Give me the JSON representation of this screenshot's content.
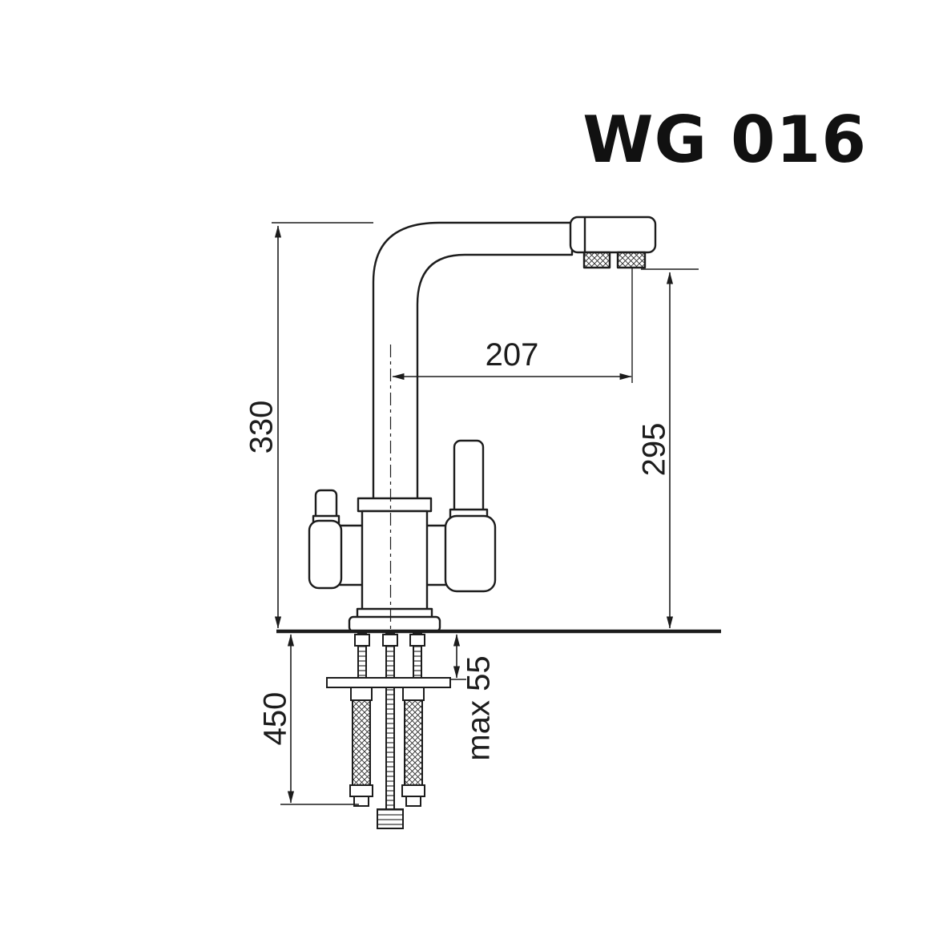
{
  "title": "WG 016",
  "dimensions": {
    "overall_height": "330",
    "spout_reach": "207",
    "spout_height": "295",
    "under_counter_length": "450",
    "max_mounting_thickness": "max 55"
  },
  "colors": {
    "background": "#ffffff",
    "line": "#1c1c1c"
  },
  "diagram": {
    "type": "technical-drawing",
    "subject": "kitchen mixer faucet, front view with mounting hardware"
  }
}
